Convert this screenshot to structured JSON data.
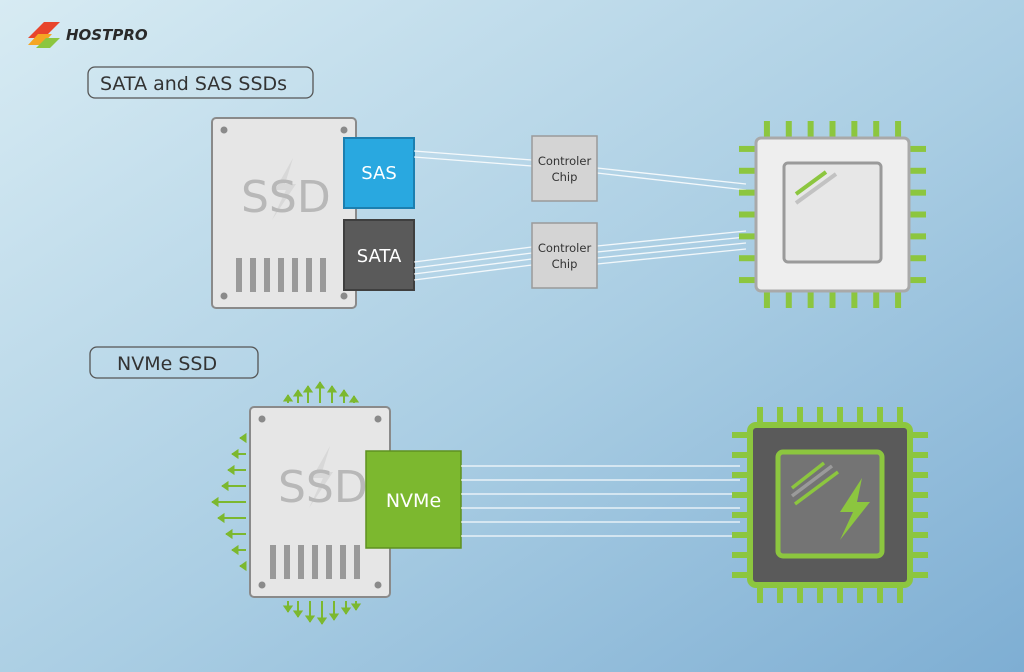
{
  "brand": {
    "name": "HOSTPRO"
  },
  "sections": {
    "sata_sas": {
      "title": "SATA and SAS SSDs"
    },
    "nvme": {
      "title": "NVMe SSD"
    }
  },
  "drive_label": "SSD",
  "interfaces": {
    "sas": "SAS",
    "sata": "SATA",
    "nvme": "NVMe"
  },
  "controller": {
    "line1": "Controler",
    "line2": "Chip"
  },
  "colors": {
    "sas": "#29a8e0",
    "sata": "#5a5a5a",
    "nvme": "#7cb82f",
    "accent_green": "#8cc63f",
    "controller_gray": "#d4d4d4"
  }
}
